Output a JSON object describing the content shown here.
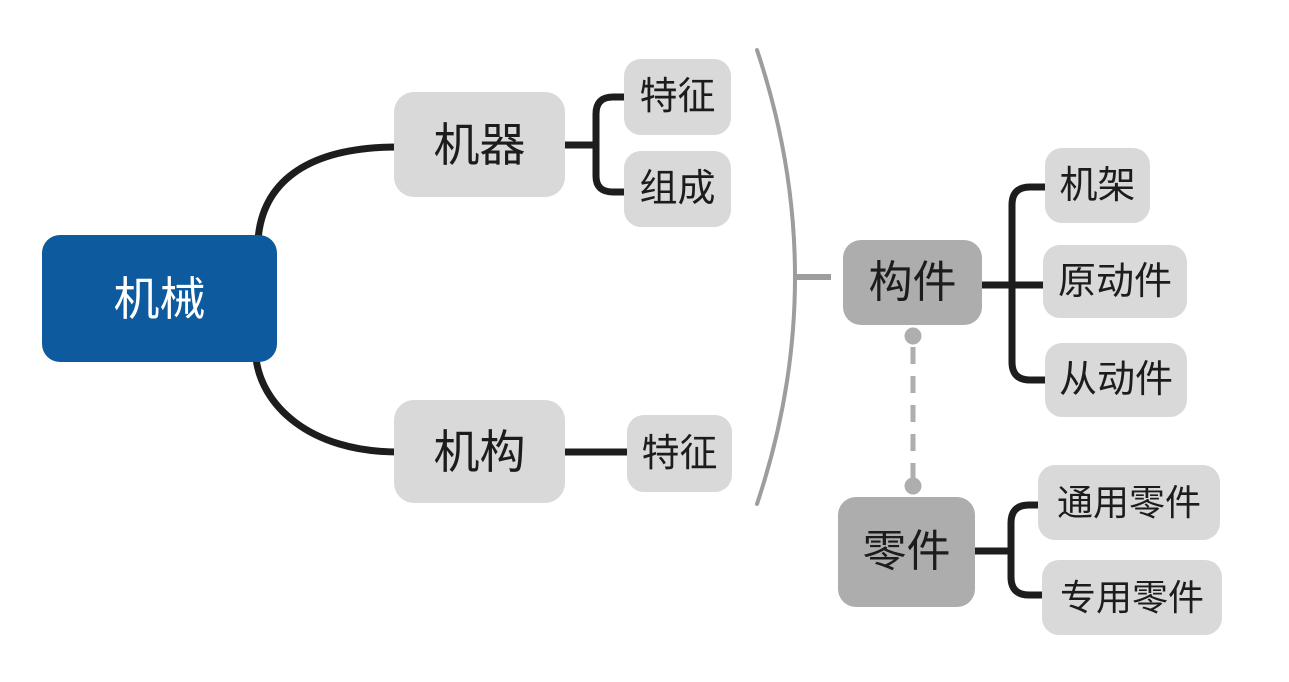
{
  "colors": {
    "root_bg": "#0e5a9e",
    "root_text": "#ffffff",
    "light_bg": "#d9d9d9",
    "dark_bg": "#adadad",
    "node_text": "#1c1c1c",
    "connector": "#1d1d1d",
    "brace": "#9d9d9d",
    "dashed": "#aeaeae"
  },
  "tree": {
    "root": {
      "label": "机械"
    },
    "left_branches": [
      {
        "label": "机器",
        "children": [
          {
            "label": "特征"
          },
          {
            "label": "组成"
          }
        ]
      },
      {
        "label": "机构",
        "children": [
          {
            "label": "特征"
          }
        ]
      }
    ],
    "right_groups": [
      {
        "label": "构件",
        "children": [
          {
            "label": "机架"
          },
          {
            "label": "原动件"
          },
          {
            "label": "从动件"
          }
        ]
      },
      {
        "label": "零件",
        "children": [
          {
            "label": "通用零件"
          },
          {
            "label": "专用零件"
          }
        ]
      }
    ],
    "dashed_link_between": [
      "构件",
      "零件"
    ]
  }
}
